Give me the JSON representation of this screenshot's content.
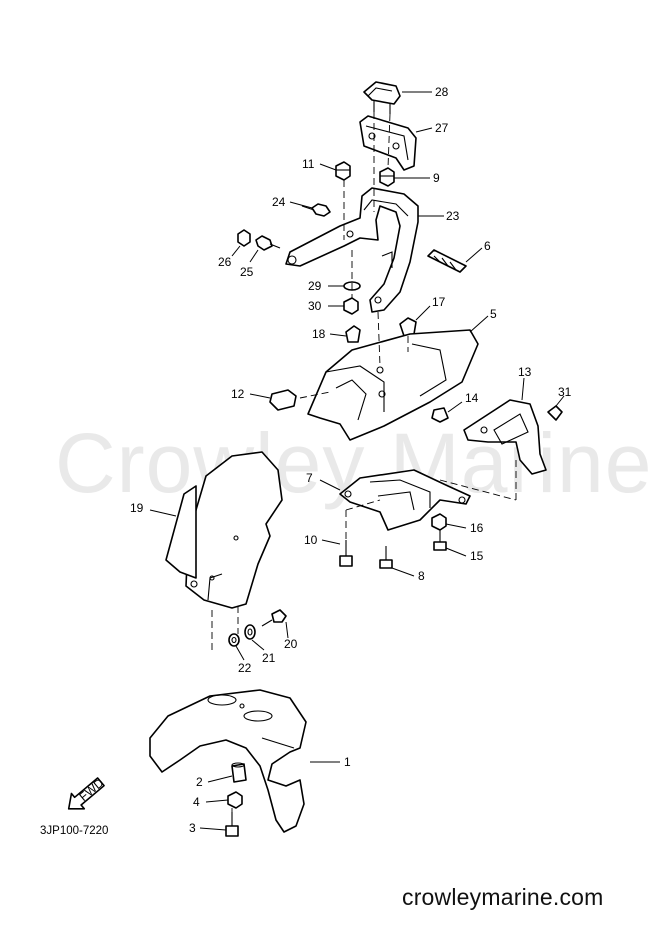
{
  "watermark": "Crowley Marine",
  "diagram_code": "3JP100-7220",
  "site_url": "crowleymarine.com",
  "fwd_label": "FWD",
  "callouts": [
    {
      "id": "c1",
      "label": "1"
    },
    {
      "id": "c2",
      "label": "2"
    },
    {
      "id": "c3",
      "label": "3"
    },
    {
      "id": "c4",
      "label": "4"
    },
    {
      "id": "c5",
      "label": "5"
    },
    {
      "id": "c6",
      "label": "6"
    },
    {
      "id": "c7",
      "label": "7"
    },
    {
      "id": "c8",
      "label": "8"
    },
    {
      "id": "c9",
      "label": "9"
    },
    {
      "id": "c10",
      "label": "10"
    },
    {
      "id": "c11",
      "label": "11"
    },
    {
      "id": "c12",
      "label": "12"
    },
    {
      "id": "c13",
      "label": "13"
    },
    {
      "id": "c14",
      "label": "14"
    },
    {
      "id": "c15",
      "label": "15"
    },
    {
      "id": "c16",
      "label": "16"
    },
    {
      "id": "c17",
      "label": "17"
    },
    {
      "id": "c18",
      "label": "18"
    },
    {
      "id": "c19",
      "label": "19"
    },
    {
      "id": "c20",
      "label": "20"
    },
    {
      "id": "c21",
      "label": "21"
    },
    {
      "id": "c22",
      "label": "22"
    },
    {
      "id": "c23",
      "label": "23"
    },
    {
      "id": "c24",
      "label": "24"
    },
    {
      "id": "c25",
      "label": "25"
    },
    {
      "id": "c26",
      "label": "26"
    },
    {
      "id": "c27",
      "label": "27"
    },
    {
      "id": "c28",
      "label": "28"
    },
    {
      "id": "c29",
      "label": "29"
    },
    {
      "id": "c30",
      "label": "30"
    },
    {
      "id": "c31",
      "label": "31"
    }
  ]
}
